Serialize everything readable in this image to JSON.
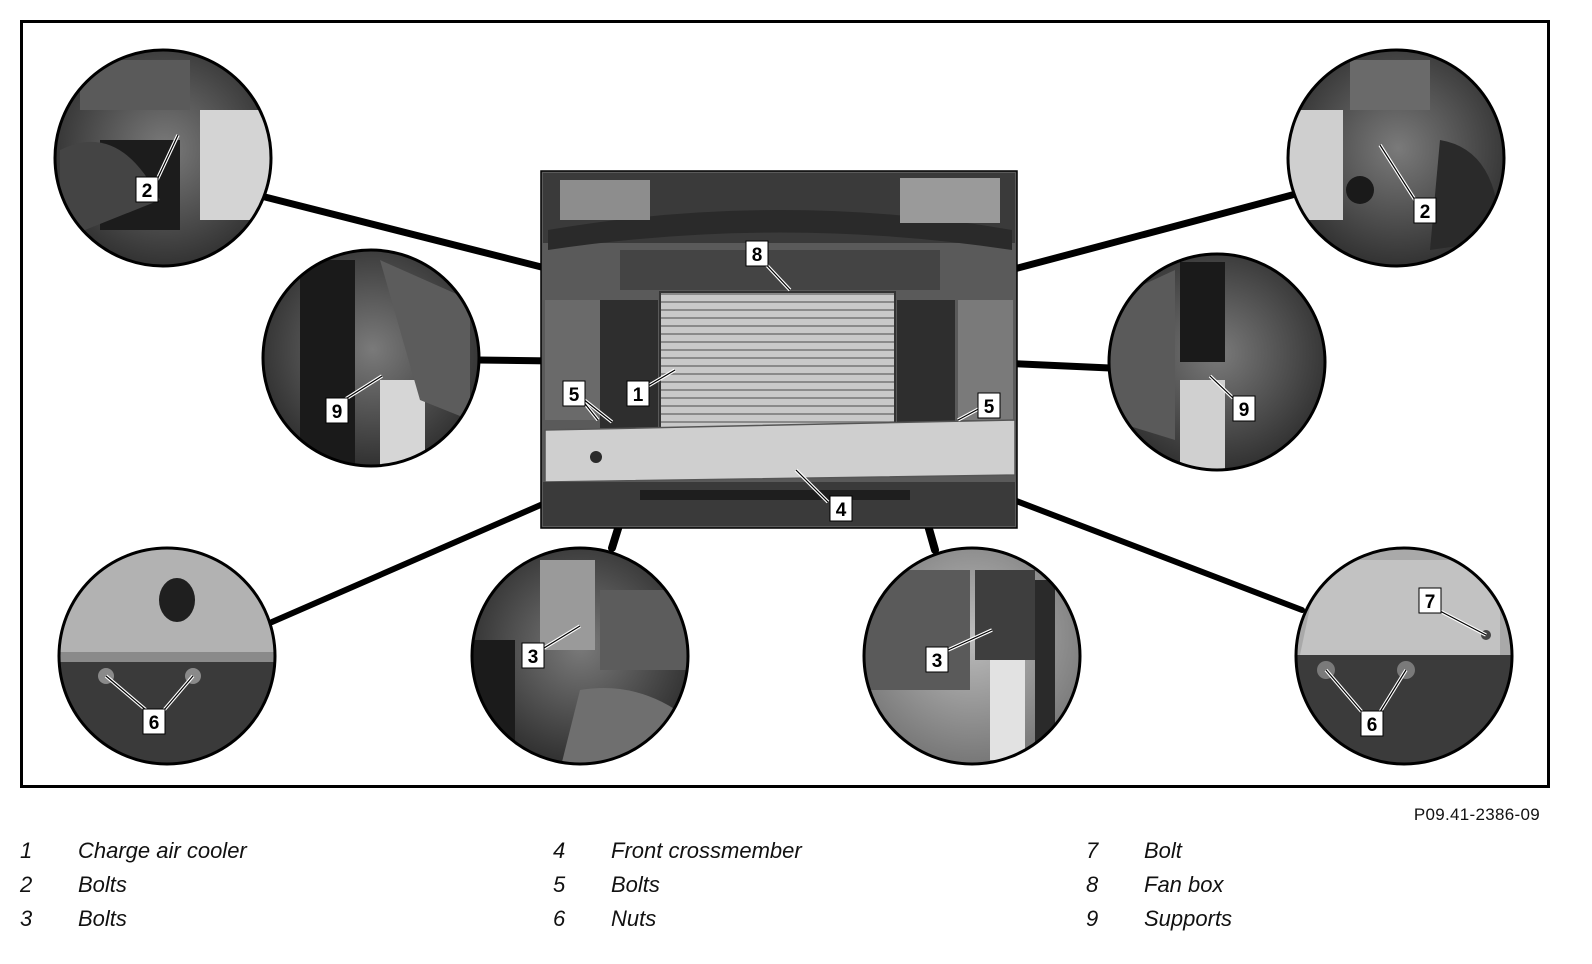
{
  "figure_code": "P09.41-2386-09",
  "callouts": {
    "c1": "1",
    "c2a": "2",
    "c2b": "2",
    "c3a": "3",
    "c3b": "3",
    "c4": "4",
    "c5a": "5",
    "c5b": "5",
    "c6a": "6",
    "c6b": "6",
    "c7": "7",
    "c8": "8",
    "c9a": "9",
    "c9b": "9"
  },
  "legend": [
    {
      "num": "1",
      "label": "Charge air cooler"
    },
    {
      "num": "2",
      "label": "Bolts"
    },
    {
      "num": "3",
      "label": "Bolts"
    },
    {
      "num": "4",
      "label": "Front crossmember"
    },
    {
      "num": "5",
      "label": "Bolts"
    },
    {
      "num": "6",
      "label": "Nuts"
    },
    {
      "num": "7",
      "label": "Bolt"
    },
    {
      "num": "8",
      "label": "Fan box"
    },
    {
      "num": "9",
      "label": "Supports"
    }
  ]
}
